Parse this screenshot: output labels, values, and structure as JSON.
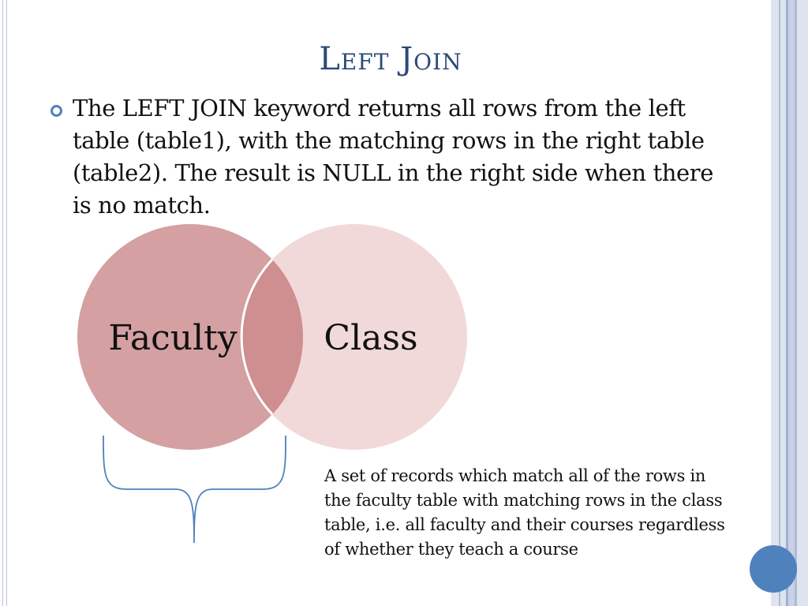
{
  "slide": {
    "title": "Left Join",
    "bullet": "The LEFT JOIN keyword returns all rows from the left table (table1), with the matching rows in the right table (table2). The result is NULL in the right side when there is no match."
  },
  "diagram": {
    "left_set_label": "Faculty",
    "right_set_label": "Class",
    "caption": "A set of records which match all of the rows in the faculty table with matching rows in the class table, i.e. all faculty and their courses regardless of whether they teach a course"
  },
  "colors": {
    "title": "#2c4a7a",
    "accent": "#4f81bd",
    "left_circle": "#d4a0a2",
    "right_circle": "#f1d9da",
    "overlap": "#cf8e90",
    "brace": "#4f81bd"
  }
}
